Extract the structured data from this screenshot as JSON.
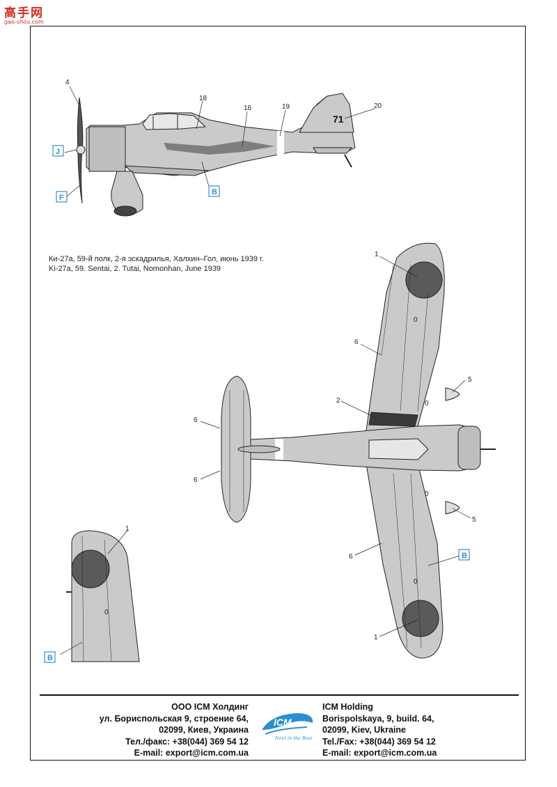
{
  "watermark": {
    "hanzi": "高手网",
    "url": "gao-shou.com"
  },
  "caption": {
    "line_ru": "Ки-27а, 59-й полк, 2-я эскадрилья, Халхин–Гол, июнь 1939 г.",
    "line_en": "Ki-27a, 59. Sentai, 2. Tutai, Nomonhan, June 1939"
  },
  "side_view": {
    "tail_marking": "71",
    "callouts": [
      "4",
      "18",
      "16",
      "19",
      "20"
    ],
    "boxed_labels": [
      "J",
      "F",
      "B"
    ]
  },
  "top_view": {
    "callouts": [
      "1",
      "6",
      "5",
      "2",
      "6",
      "6",
      "5",
      "6",
      "1"
    ],
    "boxed_labels": [
      "B"
    ],
    "panel_marks": [
      "0",
      "0",
      "0",
      "0"
    ]
  },
  "wing_detail": {
    "callouts": [
      "1"
    ],
    "boxed_labels": [
      "B"
    ],
    "panel_marks": [
      "0"
    ]
  },
  "colors": {
    "aircraft_gray": "#c9cacc",
    "hinomaru": "#5a5a5a",
    "label_blue": "#3a8fc8",
    "identification_stripe": "#ffffff"
  },
  "footer": {
    "ru": {
      "company": "ООО ICM Холдинг",
      "street": "ул. Бориспольская 9, строение 64,",
      "city": "02099, Киев, Украина",
      "phone": "Тел./факс: +38(044) 369 54 12",
      "email": "E-mail: export@icm.com.ua"
    },
    "en": {
      "company": "ICM Holding",
      "street": "Borispolskaya, 9, build. 64,",
      "city": "02099, Kiev, Ukraine",
      "phone": "Tel./Fax: +38(044) 369 54 12",
      "email": "E-mail: export@icm.com.ua"
    },
    "logo_text": "ICM",
    "logo_tagline": "Next in the Best"
  }
}
